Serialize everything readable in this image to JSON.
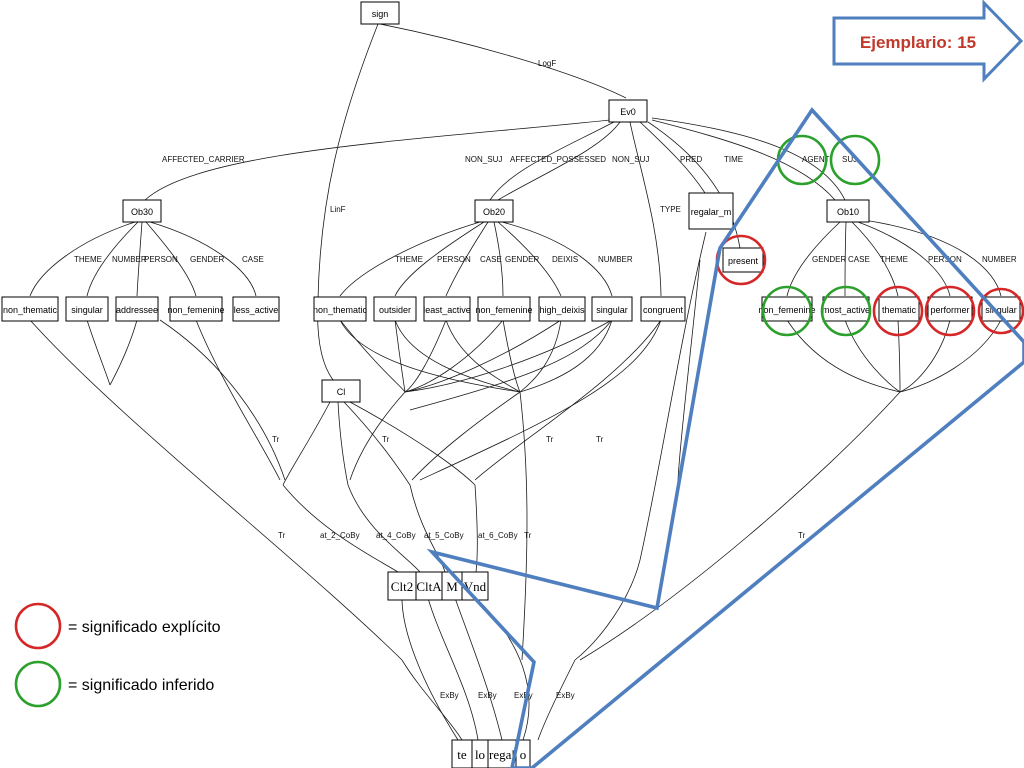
{
  "badge": {
    "label": "Ejemplario: 15",
    "border_color": "#4f7fbf",
    "text_color": "#c0392b"
  },
  "legend": {
    "explicit": {
      "label": "= significado explícito",
      "color": "#d62728"
    },
    "inferred": {
      "label": "= significado inferido",
      "color": "#2ca02c"
    }
  },
  "region_color": "#4f7fbf",
  "nodes": {
    "sign": "sign",
    "ev0": "Ev0",
    "ob30": "Ob30",
    "ob20": "Ob20",
    "regalar_m": "regalar_m",
    "ob10": "Ob10",
    "present": "present",
    "cl": "Cl",
    "ob30_vals": [
      "non_thematic",
      "singular",
      "addressee",
      "non_femenine",
      "less_active"
    ],
    "ob20_vals": [
      "non_thematic",
      "outsider",
      "least_active",
      "non_femenine",
      "high_deixis",
      "singular"
    ],
    "congruent": "congruent",
    "ob10_vals": [
      "non_femenine",
      "most_active",
      "thematic",
      "performer",
      "singular"
    ],
    "clitic_row": [
      "Clt2",
      "CltA",
      "M",
      "Vnd"
    ],
    "word_row": [
      "te",
      "lo",
      "regal",
      "o"
    ]
  },
  "edge_labels": {
    "logf": "LogF",
    "linf": "LinF",
    "affected_carrier": "AFFECTED_CARRIER",
    "non_suj_1": "NON_SUJ",
    "affected_possessed": "AFFECTED_POSSESSED",
    "non_suj_2": "NON_SUJ",
    "pred": "PRED",
    "time": "TIME",
    "agent": "AGENT",
    "suj": "SUJ",
    "type": "TYPE",
    "ob30_labels": [
      "THEME",
      "NUMBER",
      "PERSON",
      "GENDER",
      "CASE"
    ],
    "ob20_labels": [
      "THEME",
      "PERSON",
      "CASE",
      "GENDER",
      "DEIXIS",
      "NUMBER"
    ],
    "ob10_labels": [
      "GENDER",
      "CASE",
      "THEME",
      "PERSON",
      "NUMBER"
    ],
    "tr": "Tr",
    "cobys": [
      "at_2_CoBy",
      "at_4_CoBy",
      "at_5_CoBy",
      "at_6_CoBy"
    ],
    "exby": "ExBy"
  }
}
